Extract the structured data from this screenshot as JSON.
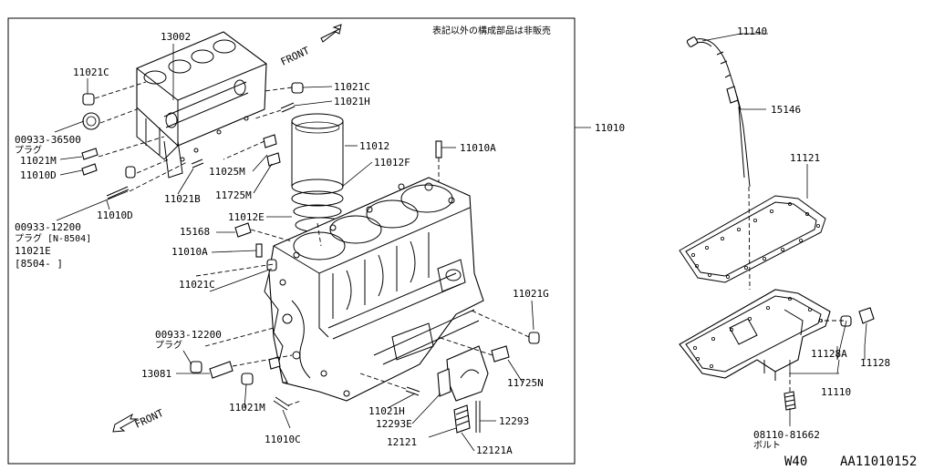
{
  "note_jp": "表記以外の構成部品は非販売",
  "direction_label": "FRONT",
  "part_labels": {
    "p13002": "13002",
    "p11021C_a": "11021C",
    "p11021C_b": "11021C",
    "p11021H_a": "11021H",
    "p00933_36500": "00933-36500",
    "p00933_36500_jp": "プラグ",
    "p11021M_a": "11021M",
    "p11010D_a": "11010D",
    "p11012": "11012",
    "p11012F": "11012F",
    "p11012E": "11012E",
    "p11010A_a": "11010A",
    "p11010A_b": "11010A",
    "p11025M": "11025M",
    "p11725M": "11725M",
    "p11021B": "11021B",
    "p11010D_b": "11010D",
    "p00933_12200_a": "00933-12200",
    "p00933_12200_a_jp": "プラグ [N-8504]",
    "p11021E": "11021E",
    "p8504": "[8504-   ]",
    "p15168": "15168",
    "p11021C_c": "11021C",
    "p11021G": "11021G",
    "p00933_12200_b": "00933-12200",
    "p00933_12200_b_jp": "プラグ",
    "p13081": "13081",
    "p11021M_b": "11021M",
    "p11725N": "11725N",
    "p11021H_b": "11021H",
    "p12293E": "12293E",
    "p12293": "12293",
    "p12121": "12121",
    "p12121A": "12121A",
    "p11010C": "11010C",
    "p11010": "11010",
    "p11140": "11140",
    "p15146": "15146",
    "p11121": "11121",
    "p11128A": "11128A",
    "p11128": "11128",
    "p11110": "11110",
    "p08110": "08110-81662",
    "p08110_jp": "ボルト"
  },
  "footer": {
    "page_code": "W40",
    "figure_id": "AA11010152"
  }
}
